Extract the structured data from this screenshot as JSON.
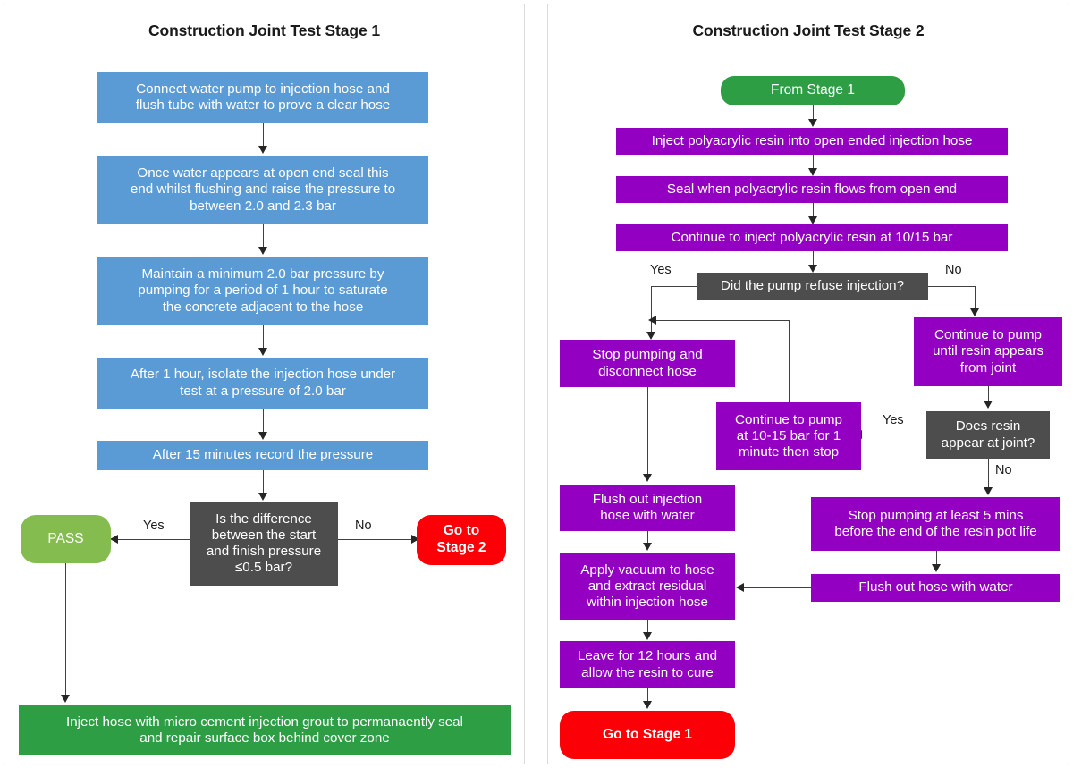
{
  "figure": {
    "kind": "two-panel-flowchart",
    "colors": {
      "process_blue": "#5b9bd5",
      "process_purple": "#9400c2",
      "decision_gray": "#4d4d4d",
      "terminator_red": "#fb0007",
      "terminator_green_light": "#84bc4f",
      "terminator_green_dark": "#2e9e44",
      "connector": "#404040",
      "panel_border": "#dcdcdc",
      "background": "#ffffff"
    }
  },
  "stage1": {
    "title": "Construction Joint Test Stage 1",
    "nodes": {
      "step1": "Connect water pump to injection hose and\nflush tube with water to prove a clear hose",
      "step2": "Once water appears at open end seal this\nend whilst flushing and raise the pressure to\nbetween 2.0 and 2.3 bar",
      "step3": "Maintain a minimum 2.0 bar pressure by\npumping for a period of 1 hour to saturate\nthe concrete adjacent to the hose",
      "step4": "After 1 hour, isolate the injection hose under\ntest at a pressure of 2.0 bar",
      "step5": "After 15 minutes record the pressure",
      "decision": "Is the difference\nbetween the start\nand finish pressure\n≤0.5 bar?",
      "pass": "PASS",
      "go_to_stage2": "Go to\nStage 2",
      "final": "Inject hose with micro cement injection grout to permanaently seal\nand repair surface box behind cover zone"
    },
    "edge_labels": {
      "yes": "Yes",
      "no": "No"
    }
  },
  "stage2": {
    "title": "Construction Joint Test Stage 2",
    "nodes": {
      "from_stage1": "From Stage 1",
      "step1": "Inject polyacrylic resin into open ended injection hose",
      "step2": "Seal when polyacrylic resin flows from open end",
      "step3": "Continue to inject polyacrylic resin at 10/15 bar",
      "decision1": "Did the pump refuse injection?",
      "stop_pumping": "Stop pumping and\ndisconnect hose",
      "continue_pump_1min": "Continue to pump\nat 10-15 bar for 1\nminute then stop",
      "continue_until_resin": "Continue to pump\nuntil resin appears\nfrom joint",
      "decision2": "Does resin\nappear at joint?",
      "stop_pumping_5mins": "Stop pumping at least 5 mins\nbefore the end of the resin pot life",
      "flush_hose_water": "Flush out hose with water",
      "flush_injection_hose": "Flush out injection\nhose with water",
      "apply_vacuum": "Apply vacuum to hose\nand extract residual\nwithin injection hose",
      "leave_12_hours": "Leave for 12 hours and\nallow the resin to cure",
      "go_to_stage1": "Go to Stage 1"
    },
    "edge_labels": {
      "yes1": "Yes",
      "no1": "No",
      "yes2": "Yes",
      "no2": "No"
    }
  }
}
